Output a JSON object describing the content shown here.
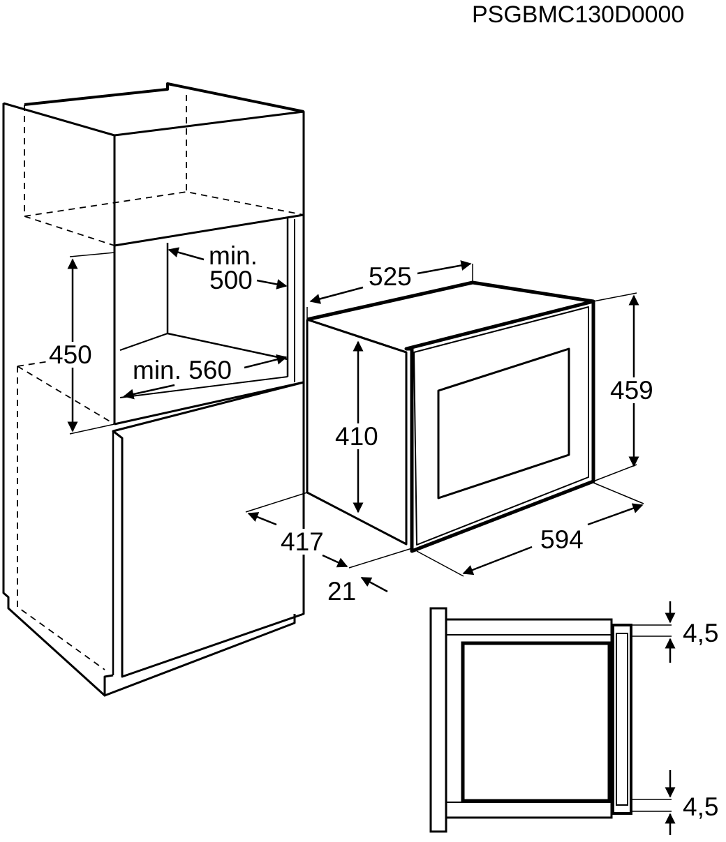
{
  "document_code": "PSGBMC130D0000",
  "cabinet": {
    "niche_height": "450",
    "niche_depth_min_label": "min.",
    "niche_depth_min_value": "500",
    "niche_width_min": "min. 560"
  },
  "appliance": {
    "depth": "525",
    "front_height": "459",
    "body_height": "410",
    "body_depth": "417",
    "front_thickness": "21",
    "front_width": "594"
  },
  "side_detail": {
    "top_gap": "4,5",
    "bottom_gap": "4,5"
  },
  "colors": {
    "ink": "#000000",
    "paper": "#ffffff"
  }
}
